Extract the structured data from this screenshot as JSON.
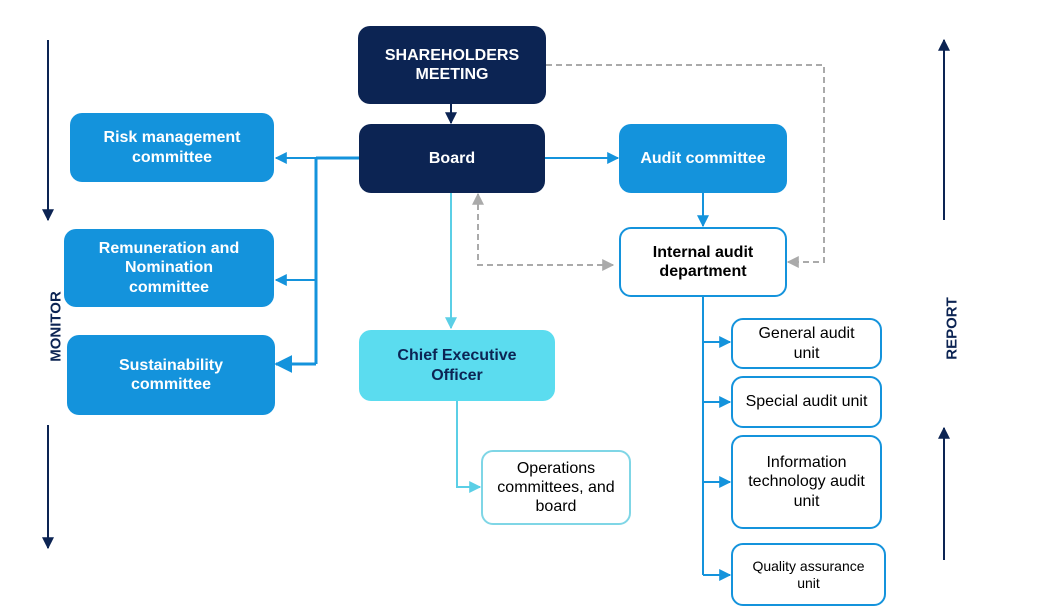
{
  "nodes": {
    "shareholders": "SHAREHOLDERS\nMEETING",
    "board": "Board",
    "risk": "Risk management\ncommittee",
    "remuneration": "Remuneration and\nNomination\ncommittee",
    "sustainability": "Sustainability\ncommittee",
    "audit_committee": "Audit committee",
    "internal_audit": "Internal audit\ndepartment",
    "ceo": "Chief Executive\nOfficer",
    "operations": "Operations\ncommittees, and\nboard",
    "general_audit": "General audit\nunit",
    "special_audit": "Special audit unit",
    "it_audit": "Information\ntechnology audit\nunit",
    "quality_assurance": "Quality assurance\nunit"
  },
  "labels": {
    "monitor": "MONITOR",
    "report": "REPORT"
  },
  "colors": {
    "navy": "#0c2453",
    "blue": "#1493dc",
    "cyan": "#5bdcef",
    "light_cyan_border": "#7fd6e6",
    "dashed_gray": "#aaaaaa"
  }
}
